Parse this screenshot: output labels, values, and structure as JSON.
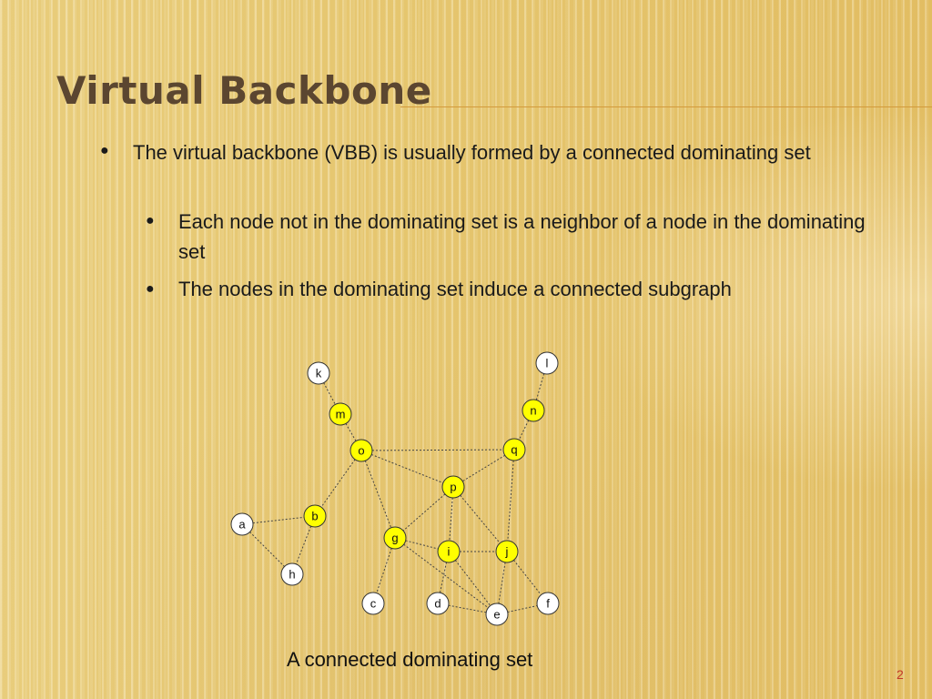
{
  "slide": {
    "title": "Virtual Backbone",
    "bullets": [
      {
        "text": "The virtual backbone (VBB) is usually formed by a connected dominating set",
        "sub": [
          "Each node not in the dominating set is a neighbor of a node in the dominating set",
          "The nodes in the dominating set induce a connected subgraph"
        ]
      }
    ],
    "caption": "A connected dominating set",
    "slide_number": "2",
    "colors": {
      "title": "#5b4630",
      "accent_line": "#d39a3c",
      "dominating_fill": "#ffff00",
      "normal_fill": "#ffffff",
      "slide_number": "#c2382b"
    }
  },
  "graph": {
    "nodes": [
      {
        "id": "k",
        "dominating": false
      },
      {
        "id": "l",
        "dominating": false
      },
      {
        "id": "m",
        "dominating": true
      },
      {
        "id": "n",
        "dominating": true
      },
      {
        "id": "o",
        "dominating": true
      },
      {
        "id": "q",
        "dominating": true
      },
      {
        "id": "p",
        "dominating": true
      },
      {
        "id": "a",
        "dominating": false
      },
      {
        "id": "b",
        "dominating": true
      },
      {
        "id": "g",
        "dominating": true
      },
      {
        "id": "i",
        "dominating": true
      },
      {
        "id": "j",
        "dominating": true
      },
      {
        "id": "h",
        "dominating": false
      },
      {
        "id": "c",
        "dominating": false
      },
      {
        "id": "d",
        "dominating": false
      },
      {
        "id": "e",
        "dominating": false
      },
      {
        "id": "f",
        "dominating": false
      }
    ],
    "edges": [
      [
        "k",
        "m"
      ],
      [
        "m",
        "o"
      ],
      [
        "l",
        "n"
      ],
      [
        "n",
        "q"
      ],
      [
        "o",
        "q"
      ],
      [
        "o",
        "p"
      ],
      [
        "q",
        "p"
      ],
      [
        "o",
        "b"
      ],
      [
        "o",
        "g"
      ],
      [
        "a",
        "b"
      ],
      [
        "a",
        "h"
      ],
      [
        "b",
        "h"
      ],
      [
        "p",
        "g"
      ],
      [
        "p",
        "i"
      ],
      [
        "p",
        "j"
      ],
      [
        "q",
        "j"
      ],
      [
        "g",
        "i"
      ],
      [
        "i",
        "j"
      ],
      [
        "g",
        "c"
      ],
      [
        "g",
        "e"
      ],
      [
        "i",
        "d"
      ],
      [
        "i",
        "e"
      ],
      [
        "j",
        "e"
      ],
      [
        "j",
        "f"
      ],
      [
        "d",
        "e"
      ],
      [
        "e",
        "f"
      ]
    ]
  }
}
